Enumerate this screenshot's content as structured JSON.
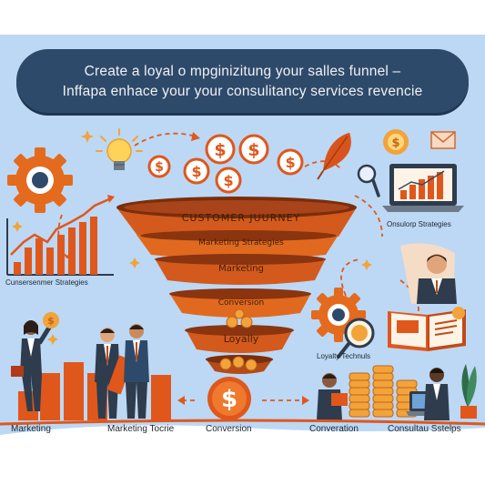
{
  "title": {
    "line1": "Create a loyal o mpginizitung your salles funnel –",
    "line2": "Inffapa enhace your your consulitancy services  revencie"
  },
  "funnel": {
    "stage1": "CUSTOMER JUURNEY",
    "stage2": "Marketing Strategies",
    "stage3": "Marketing",
    "stage4": "Conversion",
    "stage5": "Loyally"
  },
  "side_labels": {
    "left_chart": "Cunsersenmer Strategies",
    "right_laptop": "Onsulorp Strategies",
    "right_gear": "Loyalty Technuls"
  },
  "bottom_labels": {
    "marketing": "Marketing",
    "marketing_tools": "Marketing Tocrie",
    "conversion_center": "Conversion",
    "conversion_right": "Converation",
    "consultancy": "Consultau Sstelps"
  },
  "icons": {
    "coin_symbol": "$"
  },
  "colors": {
    "funnel_orange": "#d35a1c",
    "funnel_dark": "#7a2e0b",
    "banner": "#2e4a6b",
    "background": "#bcd8f4",
    "gold": "#f2a33a"
  }
}
